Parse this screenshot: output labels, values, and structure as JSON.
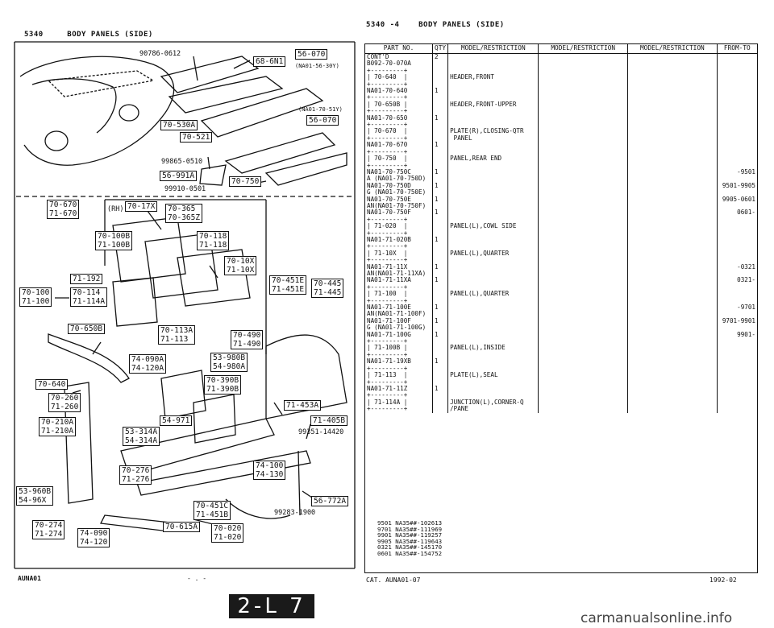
{
  "header_left": {
    "code": "5340",
    "title": "BODY PANELS (SIDE)"
  },
  "header_right": {
    "code": "5340  -4",
    "title": "BODY PANELS (SIDE)"
  },
  "callouts": {
    "c1": "90786-0612",
    "c2": "68-6N1",
    "c3": "56-070",
    "c3n": "(NA01-56-30Y)",
    "c4n": "(NA01-70-51Y)",
    "c4": "56-070",
    "c5": "70-530A",
    "c6": "70-521",
    "c7": "99865-0510",
    "c8": "56-991A",
    "c9": "70-750",
    "c10": "99910-0501",
    "p1": "70-670",
    "p1b": "71-670",
    "rh": "(RH)",
    "p2": "70-17X",
    "p3": "70-365",
    "p3b": "70-365Z",
    "p4": "70-100B",
    "p4b": "71-100B",
    "p5": "70-118",
    "p5b": "71-118",
    "p6": "70-10X",
    "p6b": "71-10X",
    "p7": "71-192",
    "p8": "70-100",
    "p8b": "71-100",
    "p9": "70-114",
    "p9b": "71-114A",
    "p10": "70-451E",
    "p10b": "71-451E",
    "p11": "70-445",
    "p11b": "71-445",
    "p12": "70-650B",
    "p13": "70-113A",
    "p13b": "71-113",
    "p14": "70-490",
    "p14b": "71-490",
    "p15": "74-090A",
    "p15b": "74-120A",
    "p16": "53-980B",
    "p16b": "54-980A",
    "p17": "70-640",
    "p18": "70-390B",
    "p18b": "71-390B",
    "p19": "70-260",
    "p19b": "71-260",
    "p20": "71-453A",
    "p21": "71-405B",
    "p22": "99351-14420",
    "p23": "70-210A",
    "p23b": "71-210A",
    "p24": "54-971",
    "p25": "53-314A",
    "p25b": "54-314A",
    "p26": "70-276",
    "p26b": "71-276",
    "p27": "74-100",
    "p27b": "74-130",
    "p28": "53-960B",
    "p28b": "54-96X",
    "p29": "70-451C",
    "p29b": "71-451B",
    "p30": "56-772A",
    "p31": "99283-1900",
    "p32": "70-274",
    "p32b": "71-274",
    "p33": "74-090",
    "p33b": "74-120",
    "p34": "70-615A",
    "p35": "70-020",
    "p35b": "71-020"
  },
  "table": {
    "headers": [
      "PART NO.",
      "QTY",
      "MODEL/RESTRICTION",
      "MODEL/RESTRICTION",
      "MODEL/RESTRICTION",
      "FROM-TO"
    ],
    "rows": [
      [
        "CONT'D\nB092-70-070A",
        "2",
        "",
        "",
        "",
        ""
      ],
      [
        "+---------+\n| 70-640  |\n+---------+\nNA01-70-640",
        "\n\n\n1",
        "\nHEADER,FRONT",
        "",
        "",
        ""
      ],
      [
        "+---------+\n| 70-650B |\n+---------+\nNA01-70-650",
        "\n\n\n1",
        "\nHEADER,FRONT-UPPER",
        "",
        "",
        ""
      ],
      [
        "+---------+\n| 70-670  |\n+---------+\nNA01-70-670",
        "\n\n\n1",
        "\nPLATE(R),CLOSING-QTR\n PANEL",
        "",
        "",
        ""
      ],
      [
        "+---------+\n| 70-750  |\n+---------+\nNA01-70-750C\nA (NA01-70-750D)",
        "\n\n\n1",
        "\nPANEL,REAR END",
        "",
        "",
        "\n\n\n-9501"
      ],
      [
        "NA01-70-750D\nG (NA01-70-750E)",
        "1",
        "",
        "",
        "",
        "9501-9905"
      ],
      [
        "NA01-70-750E\nAN(NA01-70-750F)",
        "1",
        "",
        "",
        "",
        "9905-0601"
      ],
      [
        "NA01-70-750F",
        "1",
        "",
        "",
        "",
        "0601-"
      ],
      [
        "+---------+\n| 71-020  |\n+---------+\nNA01-71-020B",
        "\n\n\n1",
        "\nPANEL(L),COWL SIDE",
        "",
        "",
        ""
      ],
      [
        "+---------+\n| 71-10X  |\n+---------+\nNA01-71-11X\nAN(NA01-71-11XA)",
        "\n\n\n1",
        "\nPANEL(L),QUARTER",
        "",
        "",
        "\n\n\n-0321"
      ],
      [
        "NA01-71-11XA",
        "1",
        "",
        "",
        "",
        "0321-"
      ],
      [
        "+---------+\n| 71-100  |\n+---------+\nNA01-71-100E\nAN(NA01-71-100F)",
        "\n\n\n1",
        "\nPANEL(L),QUARTER",
        "",
        "",
        "\n\n\n-9701"
      ],
      [
        "NA01-71-100F\nG (NA01-71-100G)",
        "1",
        "",
        "",
        "",
        "9701-9901"
      ],
      [
        "NA01-71-100G",
        "1",
        "",
        "",
        "",
        "9901-"
      ],
      [
        "+---------+\n| 71-100B |\n+---------+\nNA01-71-19XB",
        "\n\n\n1",
        "\nPANEL(L),INSIDE",
        "",
        "",
        ""
      ],
      [
        "+---------+\n| 71-113  |\n+---------+\nNA01-71-11Z",
        "\n\n\n1",
        "\nPLATE(L),SEAL",
        "",
        "",
        ""
      ],
      [
        "+---------+\n| 71-114A |\n+---------+",
        "",
        "\nJUNCTION(L),CORNER-Q\n/PANE",
        "",
        "",
        ""
      ]
    ],
    "notes": "9501 NA35##-102613\n9701 NA35##-111969\n9901 NA35##-119257\n9905 NA35##-119643\n0321 NA35##-145170\n0601 NA35##-154752"
  },
  "footer": {
    "left": "AUNA01",
    "left_mark": "-  .  -",
    "cat": "CAT. AUNA01-07",
    "date": "1992-02",
    "page": "2-L 7",
    "watermark": "carmanualsonline.info"
  }
}
